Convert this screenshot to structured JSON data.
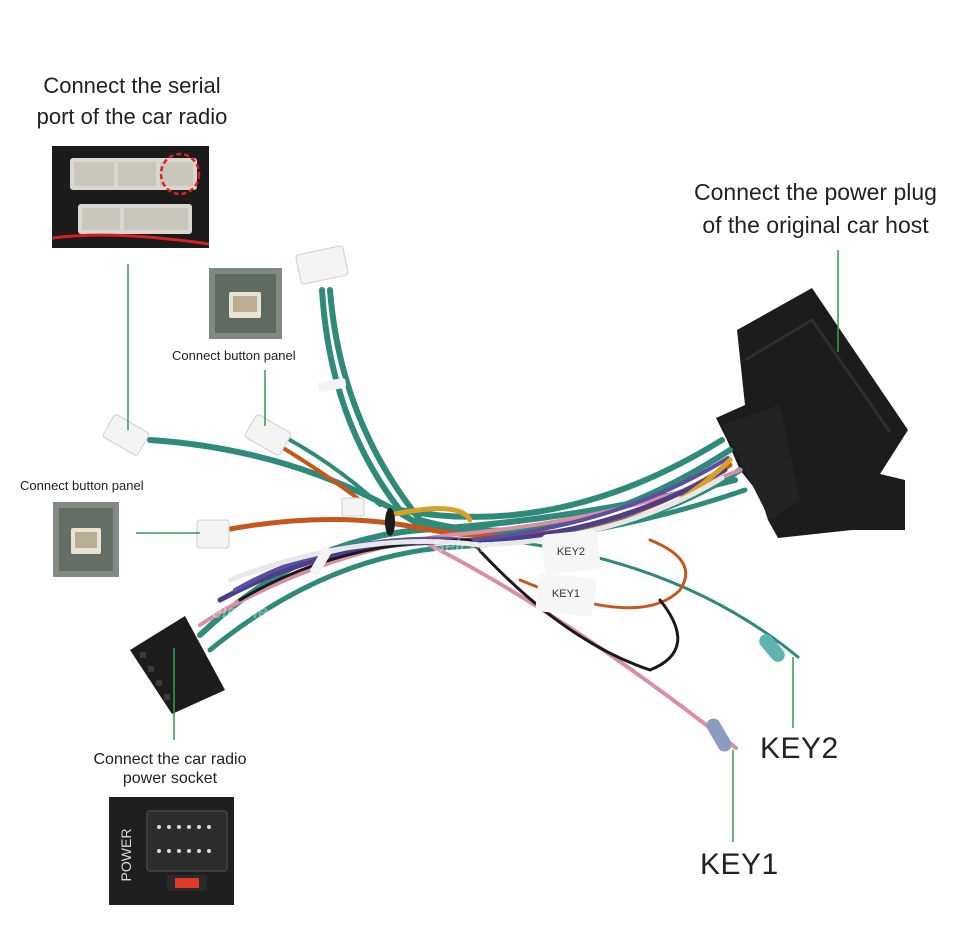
{
  "labels": {
    "serial_port": [
      "Connect the serial",
      "port of the car radio"
    ],
    "power_plug": [
      "Connect the power plug",
      "of the original car host"
    ],
    "button_panel_1": "Connect button panel",
    "button_panel_2": "Connect button panel",
    "power_socket": [
      "Connect the car radio",
      "power socket"
    ],
    "key2": "KEY2",
    "key1": "KEY1"
  },
  "wire_tags": {
    "key2_tag": "KEY2",
    "key1_tag": "KEY1"
  },
  "socket_print": "POWER",
  "watermark": "Seicane",
  "colors": {
    "leader_line": "#2e9e4f",
    "wire_teal": "#2f8a7a",
    "wire_pink": "#d98ea3",
    "wire_orange": "#c8561c",
    "wire_purple": "#4a3f8c",
    "wire_black": "#1a1a1a",
    "wire_yellow": "#d9a11e",
    "wire_white": "#e8e8ea",
    "connector_black": "#1c1c1c",
    "connector_white": "#f4f4f4",
    "serial_highlight": "#e02020"
  }
}
